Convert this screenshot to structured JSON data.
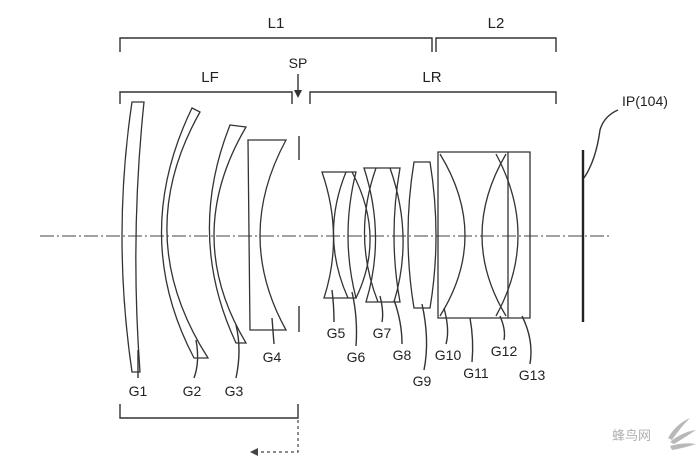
{
  "groups": {
    "l1": "L1",
    "l2": "L2",
    "lf": "LF",
    "lr": "LR",
    "sp": "SP",
    "ip": "IP(104)"
  },
  "lenses": [
    "G1",
    "G2",
    "G3",
    "G4",
    "G5",
    "G6",
    "G7",
    "G8",
    "G9",
    "G10",
    "G11",
    "G12",
    "G13"
  ],
  "watermark": "蜂鸟网"
}
